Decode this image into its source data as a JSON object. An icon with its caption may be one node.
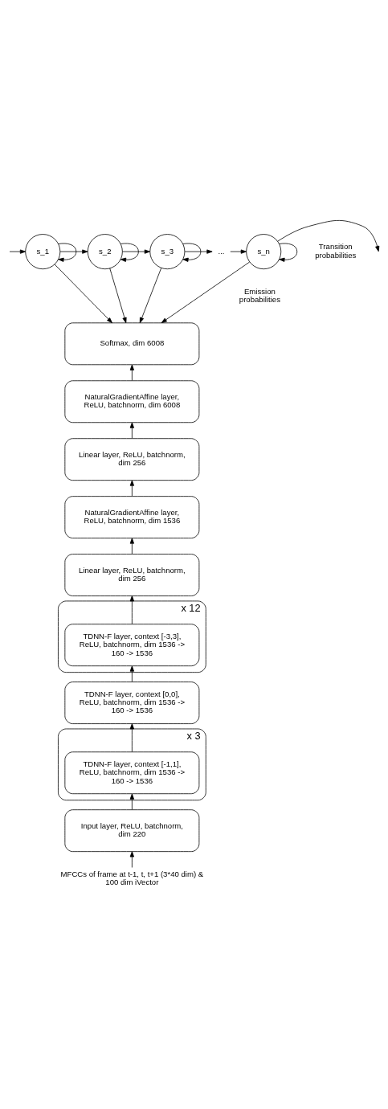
{
  "diagram": {
    "nodes": [
      {
        "text": [
          "s_1"
        ]
      },
      {
        "text": [
          "s_2"
        ]
      },
      {
        "text": [
          "s_3"
        ]
      },
      {
        "text": [
          "..."
        ]
      },
      {
        "text": [
          "s_n"
        ]
      },
      {
        "text": [
          "Softmax, dim 6008"
        ]
      },
      {
        "text": [
          "NaturalGradientAffine layer, ReLU, batchnorm, dim 6008"
        ]
      },
      {
        "text": [
          "Linear layer, ReLU, batchnorm, dim 256"
        ]
      },
      {
        "text": [
          "NaturalGradientAffine layer, ReLU, batchnorm, dim 1536"
        ]
      },
      {
        "text": [
          "Linear layer, ReLU, batchnorm, dim 256"
        ]
      },
      {
        "text": [
          "x 12"
        ]
      },
      {
        "text": [
          "TDNN-F layer, context [-3,3], ReLU, batchnorm, dim 1536 -> 160 -> 1536"
        ],
        "in": 10
      },
      {
        "text": [
          "TDNN-F layer, context [0,0], ReLU, batchnorm, dim 1536 -> 160 -> 1536"
        ]
      },
      {
        "text": [
          "x 3"
        ]
      },
      {
        "text": [
          "TDNN-F layer, context [-1,1], ReLU, batchnorm, dim 1536 -> 160 -> 1536"
        ],
        "in": 13
      },
      {
        "text": [
          "Input layer, ReLU, batchnorm, dim 220"
        ]
      },
      {
        "text": [
          "MFCCs of frame at t-1, t, t+1 (3*40 dim) & 100 dim iVector"
        ]
      }
    ],
    "edges": [
      {
        "from": null,
        "to": 0,
        "arrow": "to"
      },
      {
        "from": 0,
        "to": 1,
        "arrow": "to"
      },
      {
        "from": 1,
        "to": 2,
        "arrow": "to"
      },
      {
        "from": 2,
        "to": 3,
        "arrow": "to"
      },
      {
        "from": 3,
        "to": 4,
        "arrow": "to"
      },
      {
        "from": 4,
        "to": null,
        "arrow": "to"
      },
      {
        "from": 0,
        "to": 0,
        "arrow": "to"
      },
      {
        "from": 1,
        "to": 1,
        "arrow": "to"
      },
      {
        "from": 2,
        "to": 2,
        "arrow": "to"
      },
      {
        "from": 4,
        "to": 4,
        "arrow": "to"
      },
      {
        "from": 0,
        "to": 5,
        "arrow": "to"
      },
      {
        "from": 1,
        "to": 5,
        "arrow": "to"
      },
      {
        "from": 2,
        "to": 5,
        "arrow": "to"
      },
      {
        "from": 4,
        "to": 5,
        "arrow": "to"
      },
      {
        "from": 6,
        "to": 5,
        "arrow": "to"
      },
      {
        "from": 7,
        "to": 6,
        "arrow": "to"
      },
      {
        "from": 8,
        "to": 7,
        "arrow": "to"
      },
      {
        "from": 9,
        "to": 8,
        "arrow": "to"
      },
      {
        "from": 11,
        "to": 9,
        "arrow": "to"
      },
      {
        "from": 12,
        "to": 11,
        "arrow": "to"
      },
      {
        "from": 14,
        "to": 12,
        "arrow": "to"
      },
      {
        "from": 15,
        "to": 14,
        "arrow": "to"
      },
      {
        "from": 16,
        "to": 15,
        "arrow": "to"
      }
    ],
    "labels": [
      "Transition probabilities",
      "Emission probabilities"
    ]
  }
}
